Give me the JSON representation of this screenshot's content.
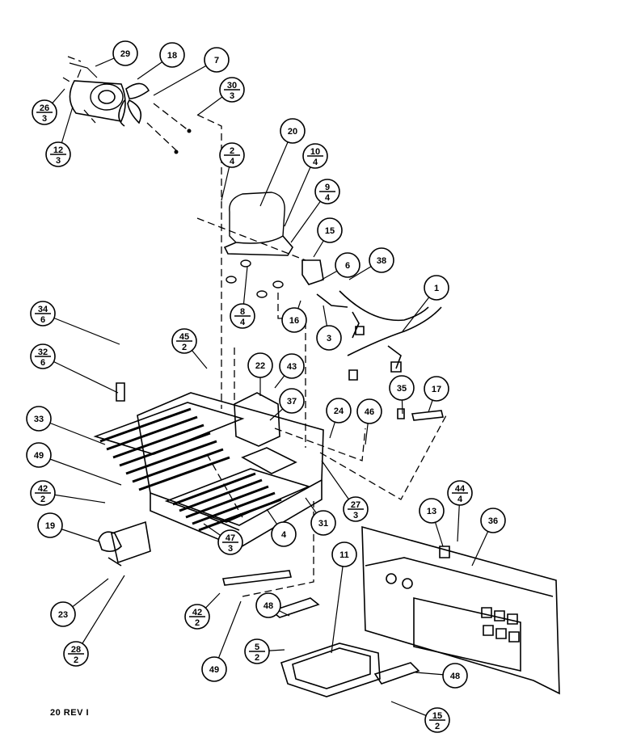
{
  "footer_note": "20 REV I",
  "callouts": [
    {
      "id": "29",
      "num": "29",
      "den": ""
    },
    {
      "id": "18",
      "num": "18",
      "den": ""
    },
    {
      "id": "7",
      "num": "7",
      "den": ""
    },
    {
      "id": "26-3",
      "num": "26",
      "den": "3"
    },
    {
      "id": "30-3",
      "num": "30",
      "den": "3"
    },
    {
      "id": "12-3",
      "num": "12",
      "den": "3"
    },
    {
      "id": "20",
      "num": "20",
      "den": ""
    },
    {
      "id": "2-4",
      "num": "2",
      "den": "4"
    },
    {
      "id": "10-4",
      "num": "10",
      "den": "4"
    },
    {
      "id": "9-4",
      "num": "9",
      "den": "4"
    },
    {
      "id": "15",
      "num": "15",
      "den": ""
    },
    {
      "id": "6",
      "num": "6",
      "den": ""
    },
    {
      "id": "38",
      "num": "38",
      "den": ""
    },
    {
      "id": "1",
      "num": "1",
      "den": ""
    },
    {
      "id": "8-4",
      "num": "8",
      "den": "4"
    },
    {
      "id": "16",
      "num": "16",
      "den": ""
    },
    {
      "id": "3",
      "num": "3",
      "den": ""
    },
    {
      "id": "34-6",
      "num": "34",
      "den": "6"
    },
    {
      "id": "45-2",
      "num": "45",
      "den": "2"
    },
    {
      "id": "32-6",
      "num": "32",
      "den": "6"
    },
    {
      "id": "22",
      "num": "22",
      "den": ""
    },
    {
      "id": "43",
      "num": "43",
      "den": ""
    },
    {
      "id": "35",
      "num": "35",
      "den": ""
    },
    {
      "id": "17",
      "num": "17",
      "den": ""
    },
    {
      "id": "37",
      "num": "37",
      "den": ""
    },
    {
      "id": "24",
      "num": "24",
      "den": ""
    },
    {
      "id": "46",
      "num": "46",
      "den": ""
    },
    {
      "id": "33",
      "num": "33",
      "den": ""
    },
    {
      "id": "49-a",
      "num": "49",
      "den": ""
    },
    {
      "id": "42-2-a",
      "num": "42",
      "den": "2"
    },
    {
      "id": "27-3",
      "num": "27",
      "den": "3"
    },
    {
      "id": "13",
      "num": "13",
      "den": ""
    },
    {
      "id": "44-4",
      "num": "44",
      "den": "4"
    },
    {
      "id": "36",
      "num": "36",
      "den": ""
    },
    {
      "id": "31",
      "num": "31",
      "den": ""
    },
    {
      "id": "4",
      "num": "4",
      "den": ""
    },
    {
      "id": "19",
      "num": "19",
      "den": ""
    },
    {
      "id": "47-3",
      "num": "47",
      "den": "3"
    },
    {
      "id": "11",
      "num": "11",
      "den": ""
    },
    {
      "id": "23",
      "num": "23",
      "den": ""
    },
    {
      "id": "42-2-b",
      "num": "42",
      "den": "2"
    },
    {
      "id": "48-a",
      "num": "48",
      "den": ""
    },
    {
      "id": "28-2",
      "num": "28",
      "den": "2"
    },
    {
      "id": "5-2",
      "num": "5",
      "den": "2"
    },
    {
      "id": "49-b",
      "num": "49",
      "den": ""
    },
    {
      "id": "48-b",
      "num": "48",
      "den": ""
    },
    {
      "id": "15-2",
      "num": "15",
      "den": "2"
    }
  ]
}
